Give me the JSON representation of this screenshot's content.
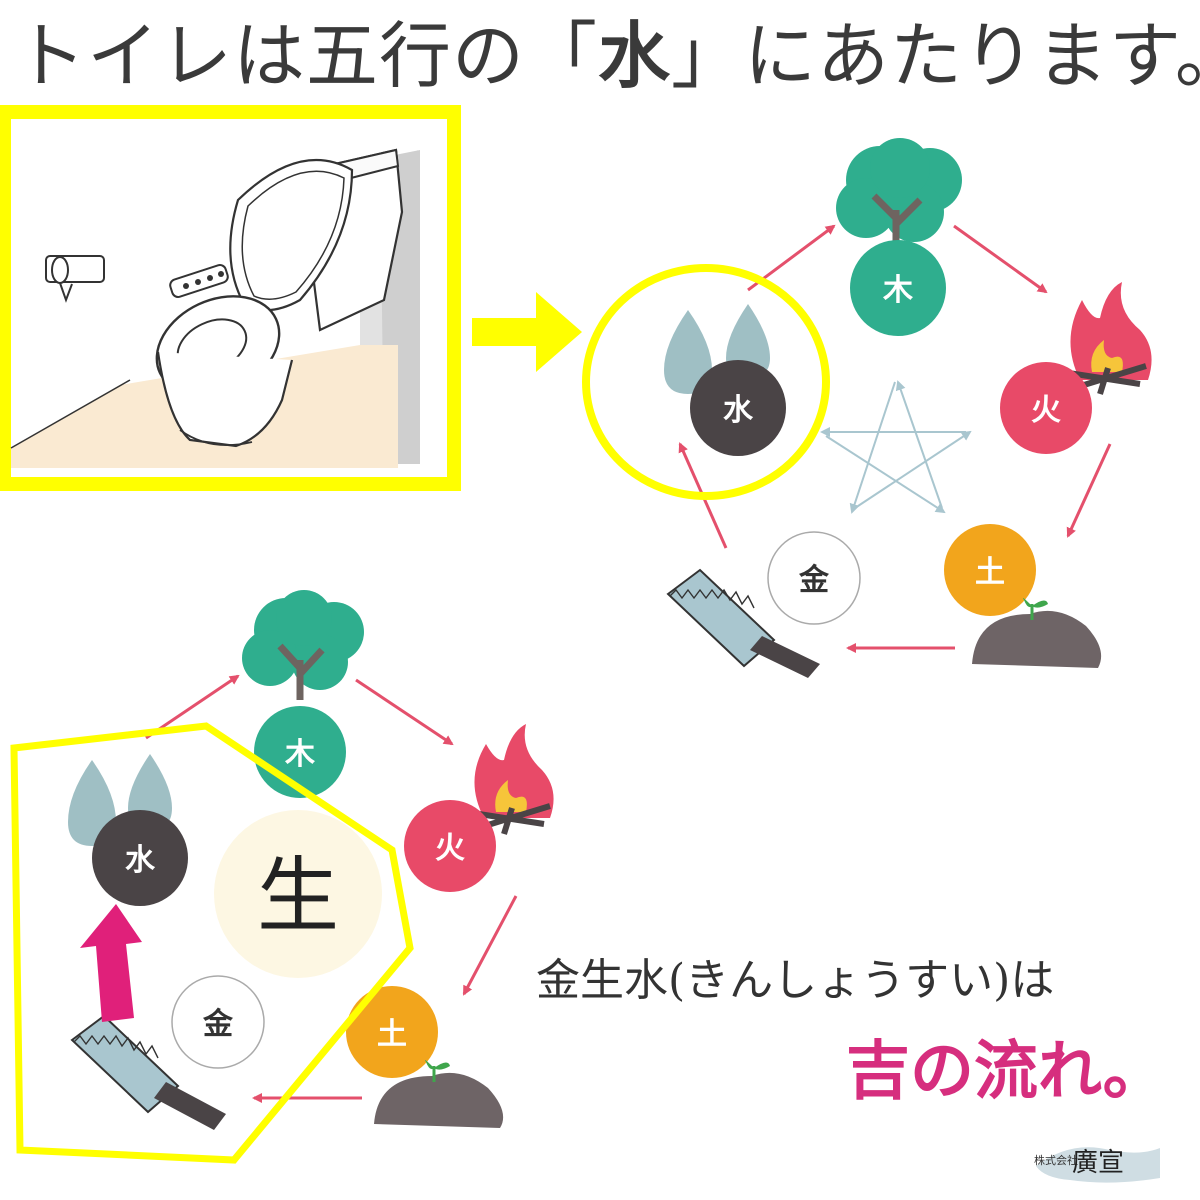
{
  "headline": {
    "prefix": "トイレは五行の「",
    "emphasis": "水",
    "suffix": "」にあたります。"
  },
  "elements": {
    "wood": "木",
    "fire": "火",
    "earth": "土",
    "metal": "金",
    "water": "水"
  },
  "center_label": "生",
  "caption": {
    "line1": "金生水(きんしょうすい)は",
    "line2": "吉の流れ。"
  },
  "logo": {
    "small": "株式会社",
    "name": "廣宣"
  },
  "colors": {
    "wood": "#2fae8e",
    "fire": "#e84a68",
    "earth": "#f2a51c",
    "metal": "#ffffff",
    "water": "#4a4446",
    "highlight": "#ffff00",
    "cycle_arrow": "#e4506c",
    "star": "#a9c6cf",
    "flow_arrow": "#e0207a",
    "caption_accent": "#d62e7e"
  }
}
